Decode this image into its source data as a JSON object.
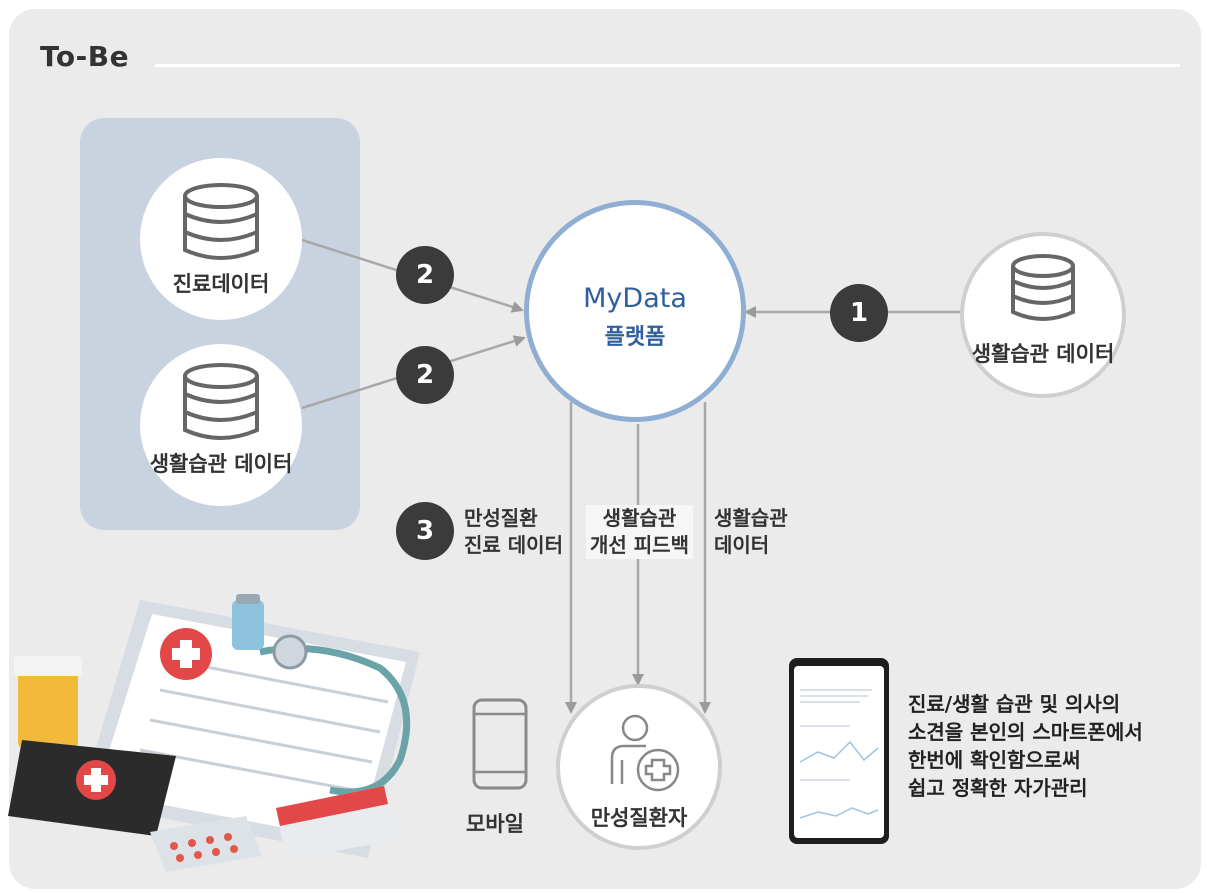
{
  "section_title": "To-Be",
  "nodes": {
    "care_data": "진료데이터",
    "habit_data_left": "생활습관 데이터",
    "habit_data_right": "생활습관 데이터",
    "mydata_title": "MyData",
    "mydata_sub": "플랫폼",
    "patient": "만성질환자",
    "mobile": "모바일"
  },
  "steps": [
    "1",
    "2",
    "2",
    "3"
  ],
  "flow_labels": {
    "label_3_line1": "만성질환",
    "label_3_line2": "진료 데이터",
    "feedback_line1": "생활습관",
    "feedback_line2": "개선 피드백",
    "habit_line1": "생활습관",
    "habit_line2": "데이터"
  },
  "description": [
    "진료/생활 습관 및 의사의",
    "소견을 본인의 스마트폰에서",
    "한번에 확인함으로써",
    "쉽고 정확한 자가관리"
  ],
  "colors": {
    "accent_blue": "#2f5f9e",
    "circle_border_blue": "#8eaed3",
    "step_badge": "#3b3b3b",
    "source_box": "#c9d3df"
  }
}
